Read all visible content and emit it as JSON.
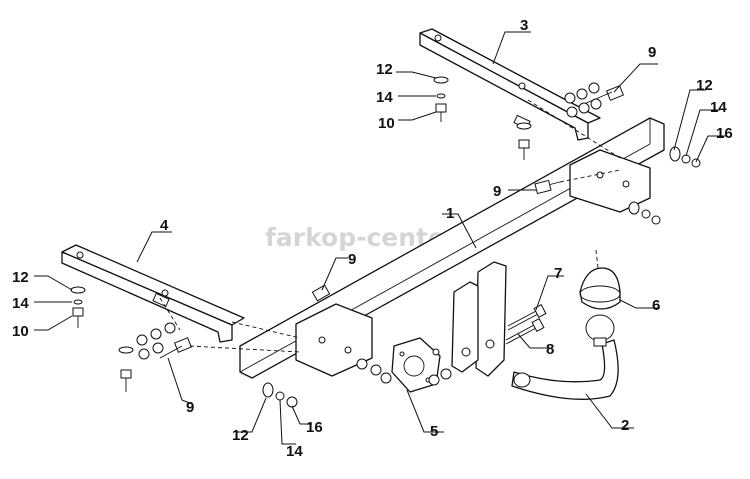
{
  "watermark": "farkop-center.ru",
  "callouts": {
    "c1": "1",
    "c2": "2",
    "c3": "3",
    "c4": "4",
    "c5": "5",
    "c6": "6",
    "c7": "7",
    "c8": "8",
    "c9_top": "9",
    "c9_mid": "9",
    "c9_left": "9",
    "c9_bottom": "9",
    "c10_top": "10",
    "c10_left": "10",
    "c12_top": "12",
    "c12_right": "12",
    "c12_left": "12",
    "c12_bottom": "12",
    "c14_top": "14",
    "c14_right": "14",
    "c14_left": "14",
    "c14_bottom": "14",
    "c16_right": "16",
    "c16_bottom": "16"
  }
}
